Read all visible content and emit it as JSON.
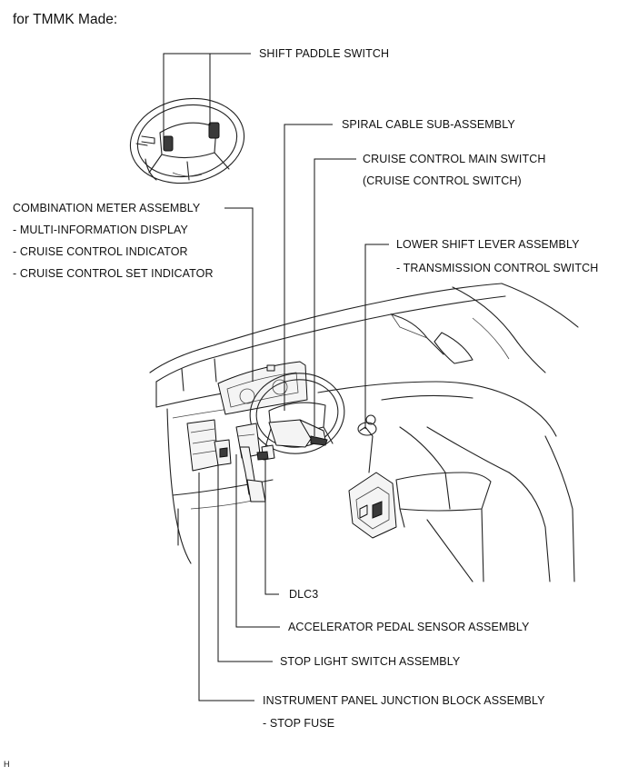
{
  "heading": "for TMMK Made:",
  "labels": {
    "shift_paddle": "SHIFT PADDLE SWITCH",
    "spiral_cable": "SPIRAL CABLE SUB-ASSEMBLY",
    "cruise_main_1": "CRUISE CONTROL MAIN SWITCH",
    "cruise_main_2": "(CRUISE CONTROL SWITCH)",
    "combo_meter": "COMBINATION METER ASSEMBLY",
    "combo_sub1": "- MULTI-INFORMATION DISPLAY",
    "combo_sub2": "- CRUISE CONTROL INDICATOR",
    "combo_sub3": "- CRUISE CONTROL SET INDICATOR",
    "lower_shift": "LOWER SHIFT LEVER ASSEMBLY",
    "lower_shift_sub": "- TRANSMISSION CONTROL SWITCH",
    "dlc3": "DLC3",
    "accel_pedal": "ACCELERATOR PEDAL SENSOR ASSEMBLY",
    "stop_light": "STOP LIGHT SWITCH ASSEMBLY",
    "junction_block": "INSTRUMENT PANEL JUNCTION BLOCK ASSEMBLY",
    "junction_sub": "- STOP FUSE"
  },
  "figure_code": "H"
}
